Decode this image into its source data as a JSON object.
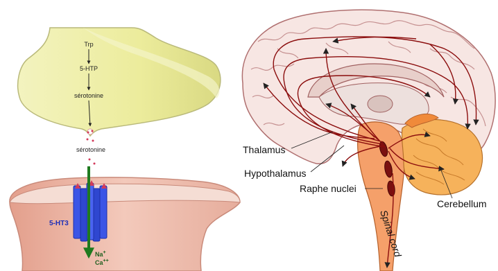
{
  "synapse": {
    "pathway": [
      "Trp",
      "5-HTP",
      "sérotonine"
    ],
    "released_label": "sérotonine",
    "receptor_label": "5-HT3",
    "ions": {
      "na": "Na",
      "na_charge": "+",
      "ca": "Ca",
      "ca_charge": "++"
    }
  },
  "brain": {
    "labels": {
      "thalamus": "Thalamus",
      "hypothalamus": "Hypothalamus",
      "raphe": "Raphe nuclei",
      "cerebellum": "Cerebellum",
      "spinal_cord": "Spinal cord"
    }
  },
  "colors": {
    "presynaptic_fill": "#f0f0b0",
    "postsynaptic_fill": "#e9b1a1",
    "receptor_blue": "#3b55e6",
    "ion_arrow_green": "#1f7a1f",
    "projection_red": "#8b0d0d",
    "cortex_fill": "#f7e6e3",
    "brainstem_orange": "#f5a06a",
    "cerebellum_orange": "#f6b25b",
    "raphe_dark": "#7a1010"
  }
}
